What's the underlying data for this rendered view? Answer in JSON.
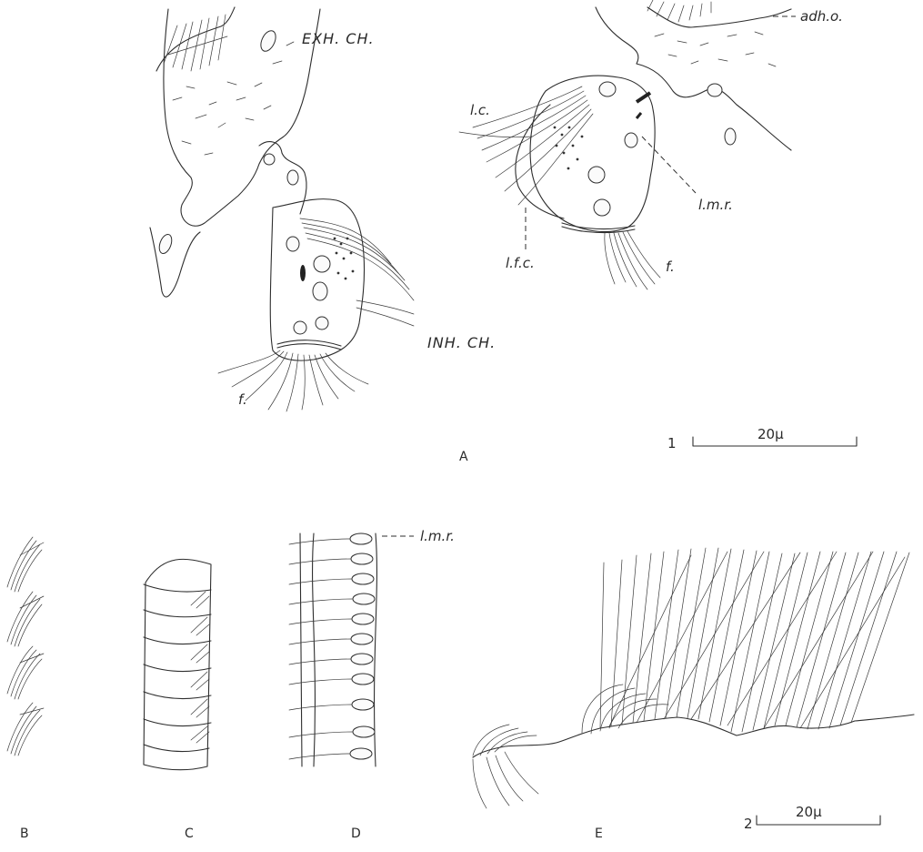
{
  "figure1": {
    "number": "1",
    "panel": "A",
    "labels": {
      "exhalant_chamber": "EXH. CH.",
      "inhalant_chamber": "INH. CH.",
      "adhesive_organ": "adh.o.",
      "lateral_cilia": "l.c.",
      "laterofrontal_cirri": "l.f.c.",
      "lateral_muscle_root": "l.m.r.",
      "frontal_cilia_left": "f.",
      "frontal_cilia_right": "f."
    },
    "scale_bar": "20μ"
  },
  "figure2": {
    "number": "2",
    "panels": [
      "B",
      "C",
      "D",
      "E"
    ],
    "labels": {
      "lateral_muscle_root": "l.m.r."
    },
    "scale_bar": "20μ"
  }
}
